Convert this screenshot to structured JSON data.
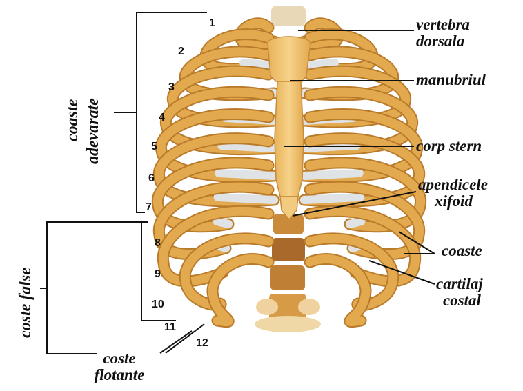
{
  "labels": {
    "vertebra_dorsala": "vertebra\ndorsala",
    "vertebra_line1": "vertebra",
    "vertebra_line2": "dorsala",
    "manubriul": "manubriul",
    "corp_stern": "corp stern",
    "apendicele_line1": "apendicele",
    "apendicele_line2": "xifoid",
    "coaste": "coaste",
    "cartilaj_line1": "cartilaj",
    "cartilaj_line2": "costal",
    "coste_flotante_line1": "coste",
    "coste_flotante_line2": "flotante",
    "coaste_adevarate_line1": "coaste",
    "coaste_adevarate_line2": "adevarate",
    "coste_false": "coste  false"
  },
  "rib_numbers": [
    "1",
    "2",
    "3",
    "4",
    "5",
    "6",
    "7",
    "8",
    "9",
    "10",
    "11",
    "12"
  ],
  "colors": {
    "bone": "#e3a94e",
    "bone_dark": "#b97a2a",
    "cartilage": "#dfe3e6",
    "line": "#111111"
  }
}
